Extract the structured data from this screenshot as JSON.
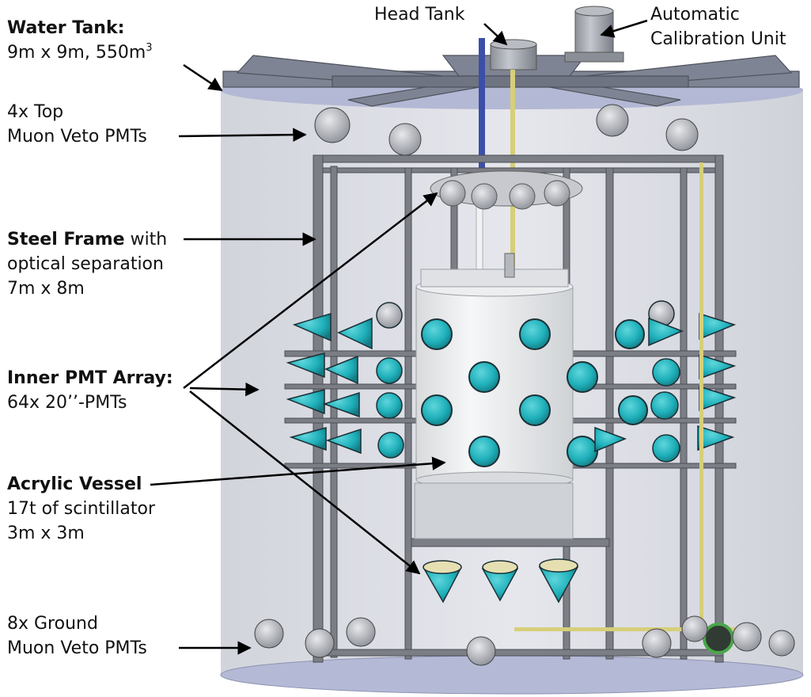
{
  "labels": {
    "water_tank": {
      "title": "Water Tank:",
      "line2": "9m x 9m, 550m",
      "superscript": "3"
    },
    "top_muon_veto": {
      "line1": "4x Top",
      "line2": "Muon Veto PMTs"
    },
    "steel_frame": {
      "title": "Steel Frame",
      "title_suffix": " with",
      "line2": "optical separation",
      "line3": "7m x 8m"
    },
    "inner_pmt_array": {
      "title": "Inner PMT Array:",
      "line2": "64x 20’’-PMTs"
    },
    "acrylic_vessel": {
      "title": "Acrylic Vessel",
      "line2": "17t of scintillator",
      "line3": "3m x 3m"
    },
    "ground_muon_veto": {
      "line1": "8x Ground",
      "line2": "Muon Veto PMTs"
    },
    "head_tank": {
      "text": "Head Tank"
    },
    "calibration_unit": {
      "line1": "Automatic",
      "line2": "Calibration Unit"
    }
  },
  "colors": {
    "tank_wall": "#dcdee6",
    "tank_lid": "#7f8494",
    "tank_floor": "#b4bad6",
    "frame_steel": "#7c7e86",
    "acrylic_vessel": "#eef0f2",
    "pmt_cyan": "#22b6bf",
    "pmt_dark": "#2a3438",
    "muon_pmt_grey": "#a9acb3",
    "cable_yellow": "#d6cf7a",
    "cable_blue": "#3c4fa8",
    "arrow": "#000000"
  }
}
